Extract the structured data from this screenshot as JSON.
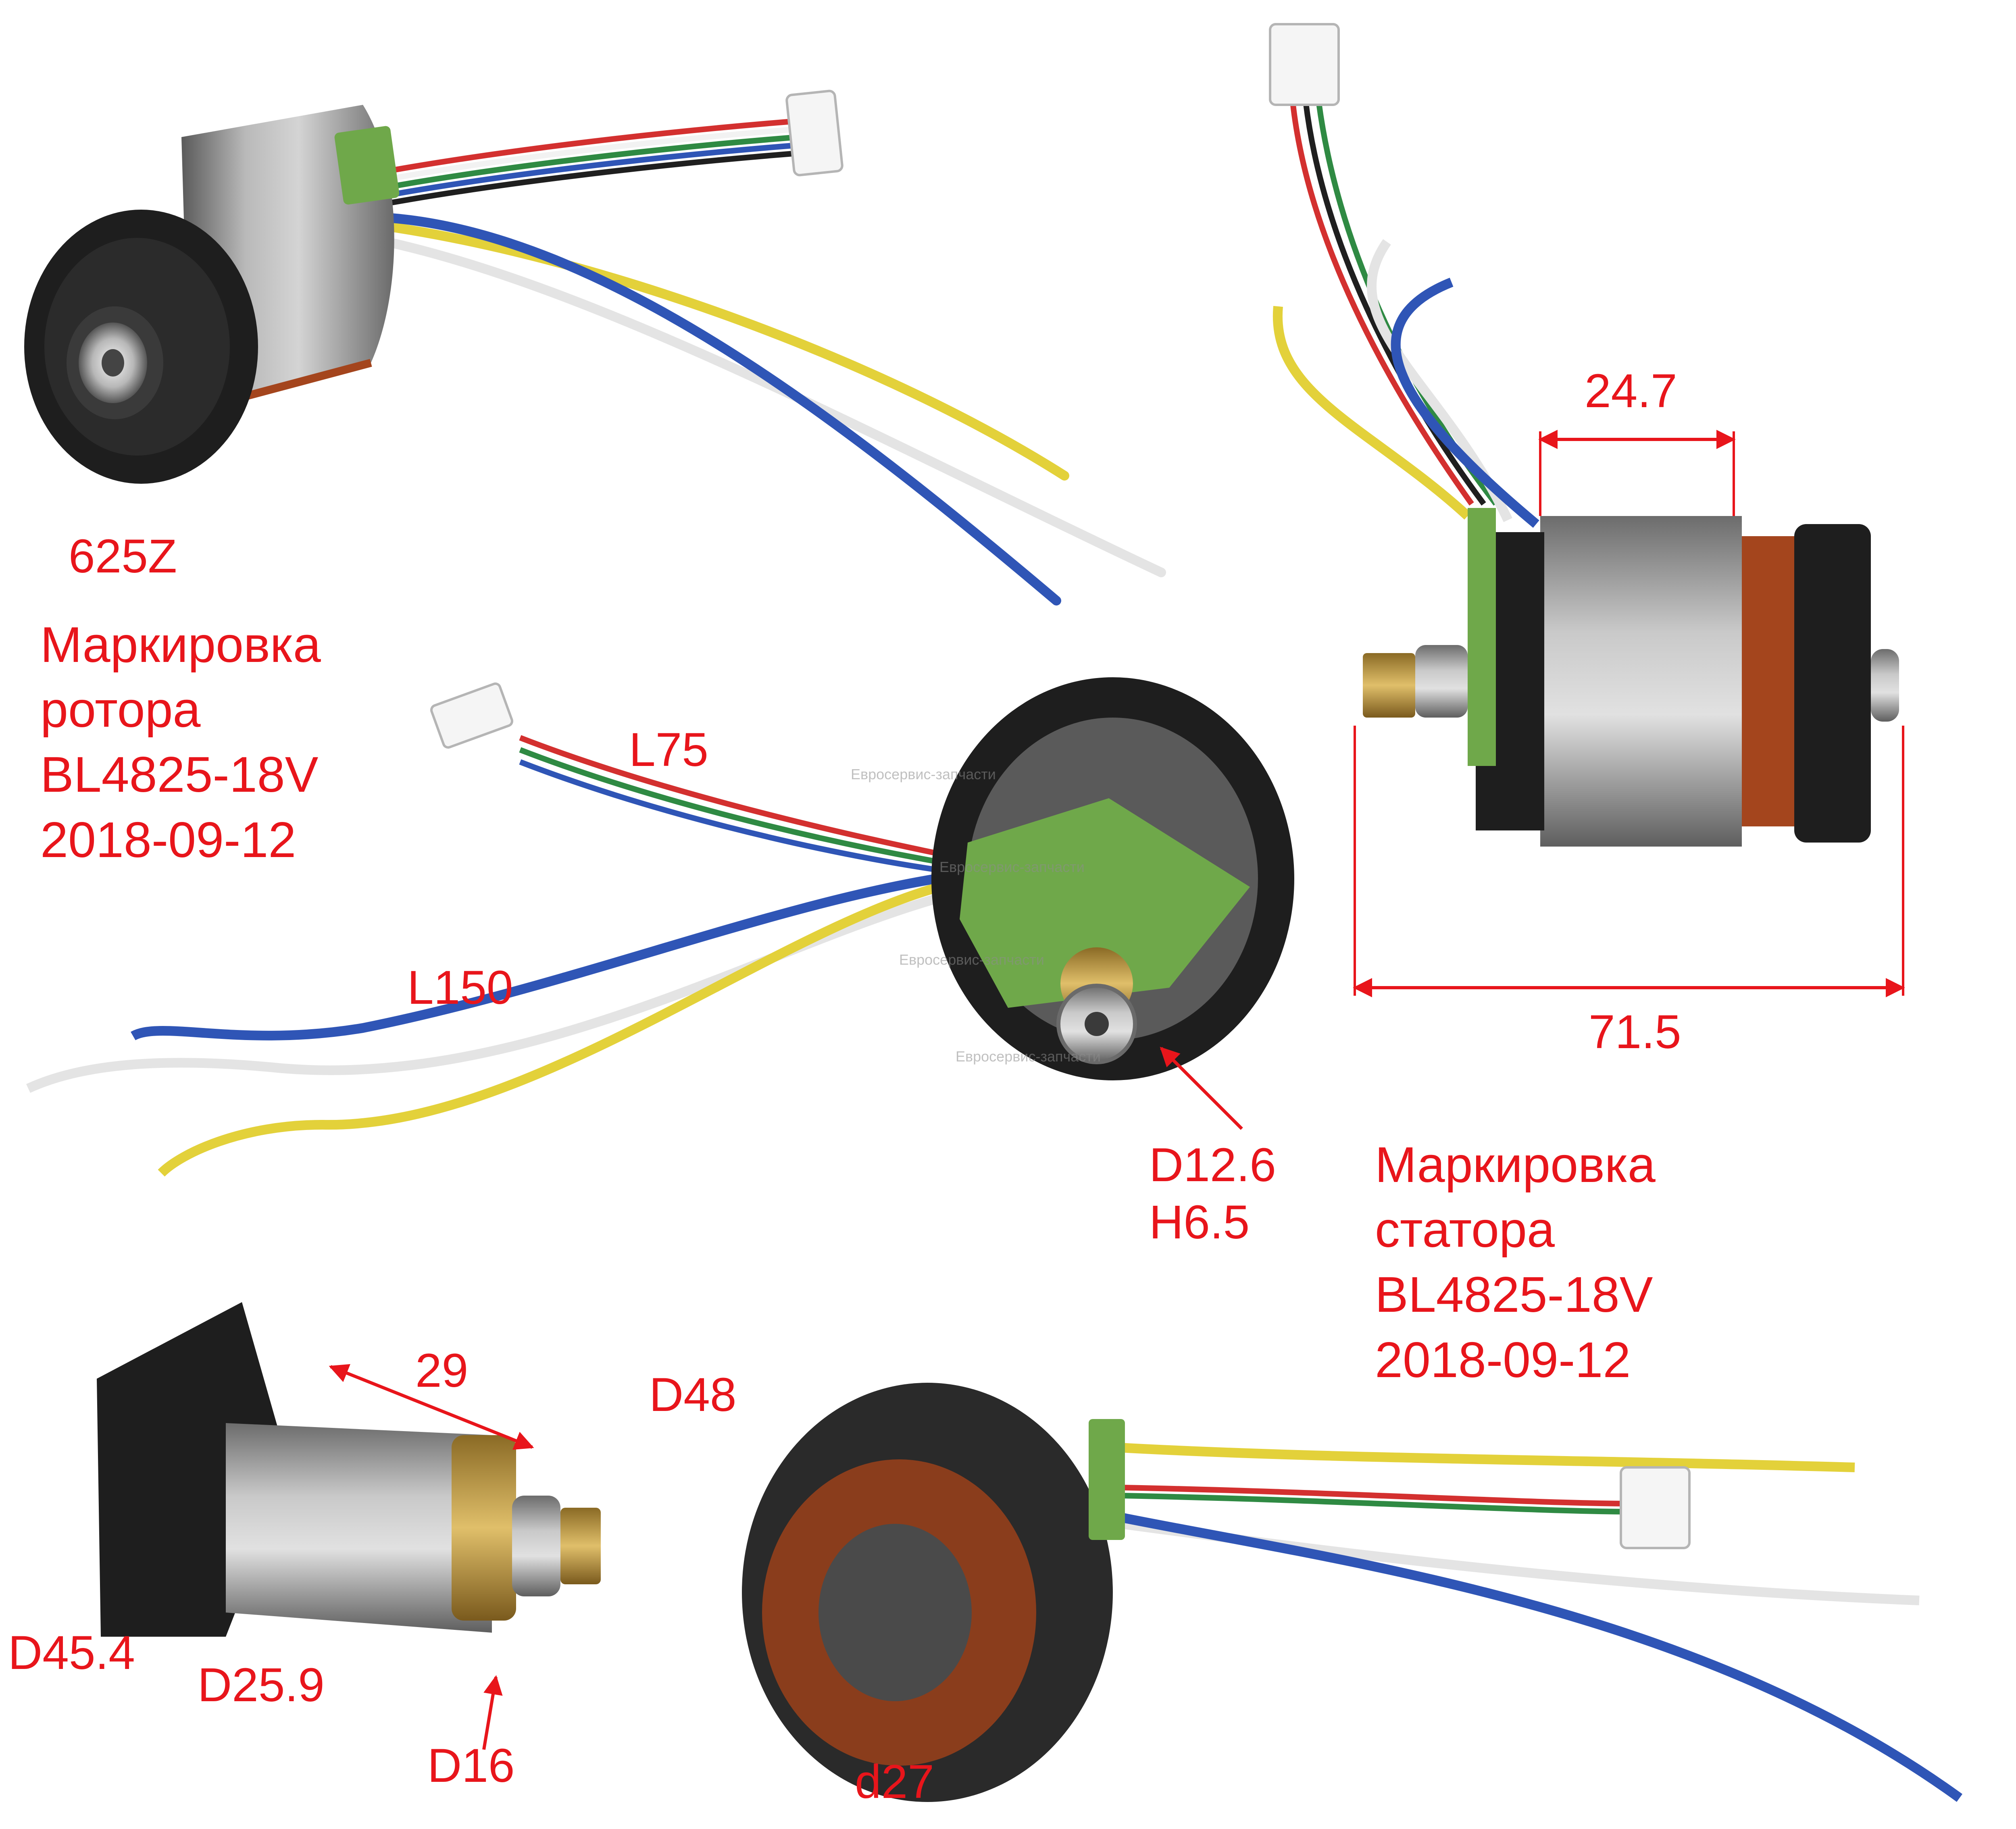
{
  "labels": {
    "bearing": "625Z",
    "rotor_marking": [
      "Маркировка",
      "ротора",
      "BL4825-18V",
      "2018-09-12"
    ],
    "stator_marking": [
      "Маркировка",
      "статора",
      "BL4825-18V",
      "2018-09-12"
    ],
    "lead_short": "L75",
    "lead_long": "L150",
    "gear": [
      "D12.6",
      "H6.5"
    ],
    "stator_core_len": "24.7",
    "total_len": "71.5",
    "magnet_len": "29",
    "stator_od": "D48",
    "stator_id": "d27",
    "rotor_fan_d": "D45.4",
    "rotor_d": "D25.9",
    "bearing_d": "D16"
  },
  "watermark": [
    "Евросервис-запчасти",
    "Евросервис-запчасти",
    "Евросервис-запчасти",
    "Евросервис-запчасти"
  ],
  "colors": {
    "label": "#e8151b",
    "steel": "#8d8d8d",
    "plastic": "#1e1e1e",
    "copper": "#a4451d",
    "pcb": "#6fa84a",
    "brass": "#c59b42",
    "wire_yellow": "#e3d13a",
    "wire_blue": "#2f55b6",
    "wire_white": "#f2f2f2",
    "wire_red": "#d3302f",
    "wire_green": "#2f8a43",
    "wire_black": "#1f1f1f"
  }
}
